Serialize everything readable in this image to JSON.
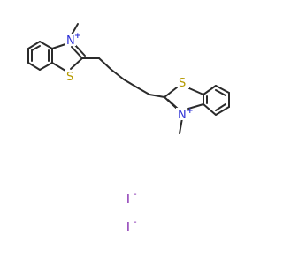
{
  "molecule": {
    "atoms": {
      "n1": "N",
      "n1_charge": "+",
      "s1": "S",
      "n2": "N",
      "n2_charge": "+",
      "s2": "S"
    },
    "counterions": [
      {
        "symbol": "I",
        "charge": "-"
      },
      {
        "symbol": "I",
        "charge": "-"
      }
    ]
  },
  "colors": {
    "bond": "#2b2b2b",
    "nitrogen": "#2f32d6",
    "sulfur": "#b59a00",
    "iodine": "#7a1aa8"
  }
}
